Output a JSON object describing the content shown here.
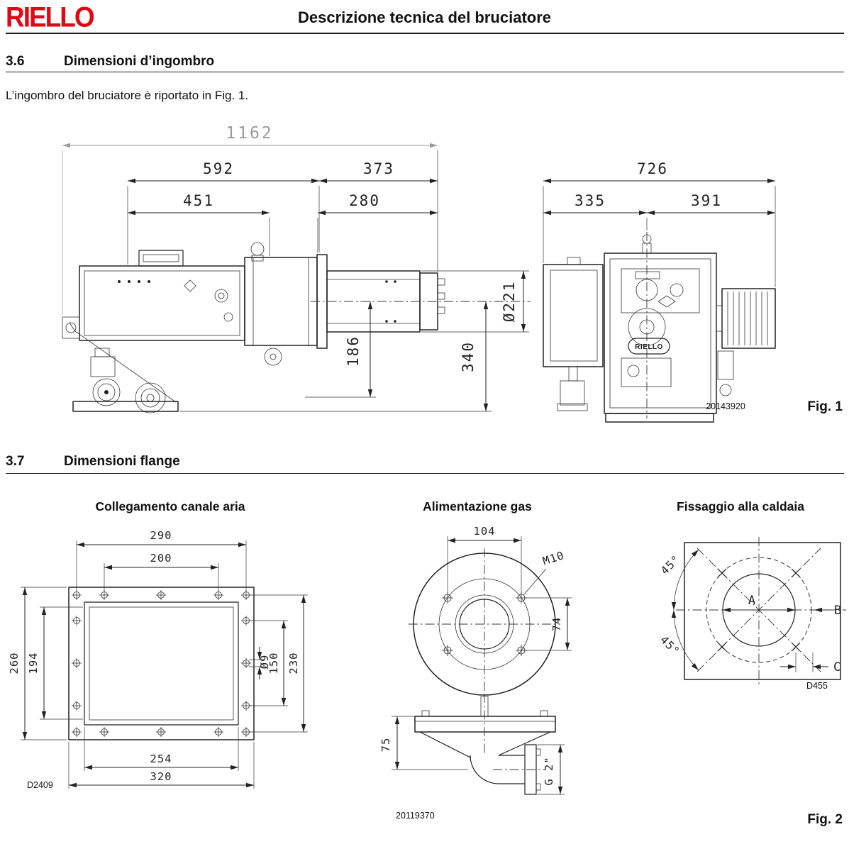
{
  "header": {
    "logo": "RIELLO",
    "title": "Descrizione tecnica del bruciatore"
  },
  "section_36": {
    "number": "3.6",
    "title": "Dimensioni d’ingombro",
    "body": "L’ingombro del bruciatore è riportato in Fig. 1."
  },
  "fig1": {
    "label": "Fig. 1",
    "code": "20143920",
    "nameplate": "RIELLO",
    "dims": {
      "total": "1162",
      "w592": "592",
      "w373": "373",
      "w451": "451",
      "w280": "280",
      "w726": "726",
      "w335": "335",
      "w391": "391",
      "dia221": "Ø221",
      "h186": "186",
      "h340": "340"
    }
  },
  "section_37": {
    "number": "3.7",
    "title": "Dimensioni flange"
  },
  "fig2": {
    "label": "Fig. 2",
    "air": {
      "title": "Collegamento canale aria",
      "code": "D2409",
      "dims": {
        "w290": "290",
        "w200": "200",
        "h260": "260",
        "h194": "194",
        "hole": "Ø9",
        "h150": "150",
        "h230": "230",
        "w254": "254",
        "w320": "320"
      }
    },
    "gas": {
      "title": "Alimentazione gas",
      "code": "20119370",
      "dims": {
        "w104": "104",
        "thread": "M10",
        "h74": "74",
        "h75": "75",
        "conn": "G 2\""
      }
    },
    "boiler": {
      "title": "Fissaggio alla caldaia",
      "code": "D455",
      "dims": {
        "angle1": "45°",
        "angle2": "45°",
        "a": "A",
        "b": "B",
        "c": "C"
      }
    }
  }
}
